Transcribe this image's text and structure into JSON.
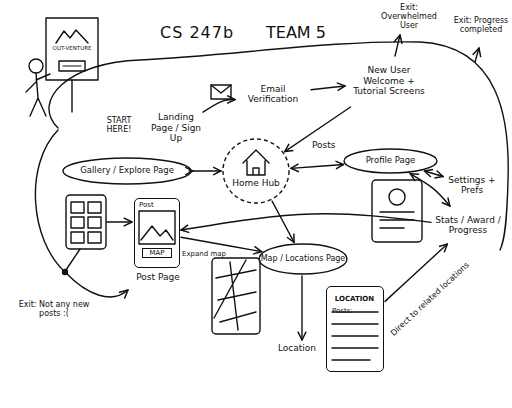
{
  "diagram": {
    "title": "CS 247b",
    "nodes": [
      {
        "text": [
          "Landing Page / Sign Up"
        ]
      },
      {
        "text": [
          "Email Verification"
        ]
      },
      {
        "text": [
          "New User Welcome + Tutorial Screens"
        ]
      },
      {
        "text": [
          "Gallery / Explore Page"
        ]
      },
      {
        "text": [
          "Home Hub"
        ]
      },
      {
        "text": [
          "Profile Page"
        ]
      },
      {
        "text": [
          "Settings + Prefs"
        ]
      },
      {
        "text": [
          "Stats / Award / Progress"
        ]
      },
      {
        "text": [
          "Post",
          "MAP",
          "Post Page"
        ]
      },
      {
        "text": [
          "Map / Locations Page"
        ]
      },
      {
        "text": [
          "LOCATION",
          "Posts:"
        ]
      }
    ],
    "edges": [
      {
        "from": 0,
        "to": 1,
        "arrow": "to"
      },
      {
        "from": 1,
        "to": 2,
        "arrow": "to"
      },
      {
        "from": 2,
        "to": 4,
        "arrow": "to"
      },
      {
        "from": 4,
        "to": 3,
        "arrow": "both"
      },
      {
        "from": 4,
        "to": 5,
        "arrow": "both"
      },
      {
        "from": 4,
        "to": 9,
        "arrow": "to"
      },
      {
        "from": 5,
        "to": 6,
        "arrow": "both"
      },
      {
        "from": 5,
        "to": 7,
        "arrow": "both"
      },
      {
        "from": 7,
        "to": 8,
        "arrow": "to"
      },
      {
        "from": 8,
        "to": 9,
        "label": "Expand map",
        "arrow": "to"
      },
      {
        "from": 10,
        "to": 7,
        "label": "Direct to related locations",
        "arrow": "to"
      }
    ],
    "labels": [
      "TEAM 5",
      "OUT-VENTURE",
      "START HERE!",
      "Exit: Overwhelmed User",
      "Exit: Progress completed",
      "Posts",
      "Location",
      "Exit: Not any new posts :("
    ]
  }
}
